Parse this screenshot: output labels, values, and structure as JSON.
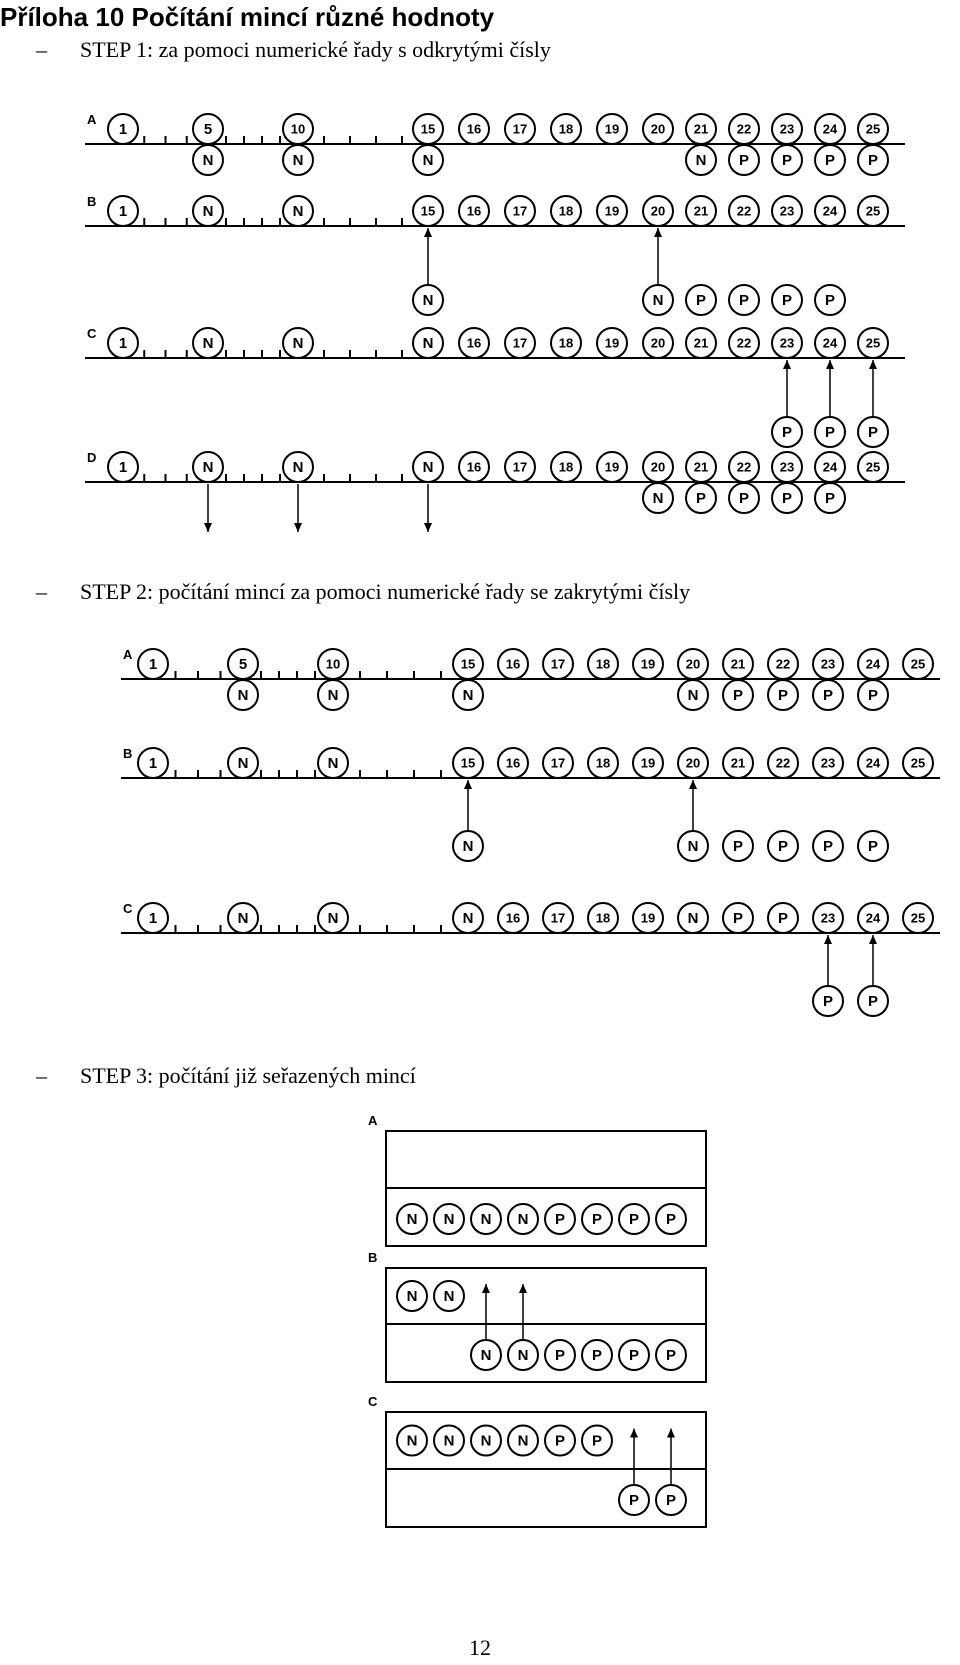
{
  "document": {
    "title": "Příloha 10 Počítání mincí různé hodnoty",
    "page_number": "12"
  },
  "steps": [
    {
      "dash": "–",
      "text": "STEP 1: za pomoci  numerické řady s odkrytými čísly"
    },
    {
      "dash": "–",
      "text": "STEP 2: počítání mincí za pomoci numerické řady se zakrytými čísly"
    },
    {
      "dash": "–",
      "text": "STEP 3: počítání již seřazených mincí"
    }
  ],
  "coin_labels": {
    "nickel": "N",
    "penny": "P"
  },
  "figure1": {
    "rows": [
      {
        "letter": "A",
        "top": [
          "1",
          "",
          "",
          "",
          "5",
          "",
          "",
          "",
          "",
          "10",
          "",
          "",
          "",
          "",
          "15",
          "16",
          "17",
          "18",
          "19",
          "20",
          "21",
          "22",
          "23",
          "24",
          "25"
        ],
        "bottom": [
          "",
          "",
          "",
          "",
          "N",
          "",
          "",
          "",
          "",
          "N",
          "",
          "",
          "",
          "",
          "N",
          "",
          "",
          "",
          "",
          "",
          "N",
          "P",
          "P",
          "P",
          "P"
        ],
        "arrows": []
      },
      {
        "letter": "B",
        "top": [
          "1",
          "",
          "",
          "",
          "N",
          "",
          "",
          "",
          "",
          "N",
          "",
          "",
          "",
          "",
          "15",
          "16",
          "17",
          "18",
          "19",
          "20",
          "21",
          "22",
          "23",
          "24",
          "25"
        ],
        "bottom": [
          "",
          "",
          "",
          "",
          "",
          "",
          "",
          "",
          "",
          "",
          "",
          "",
          "",
          "",
          "N",
          "",
          "",
          "",
          "",
          "N",
          "P",
          "P",
          "P",
          "P",
          ""
        ],
        "arrows": [
          "up:15",
          "up:20"
        ]
      },
      {
        "letter": "C",
        "top": [
          "1",
          "",
          "",
          "",
          "N",
          "",
          "",
          "",
          "",
          "N",
          "",
          "",
          "",
          "",
          "N",
          "16",
          "17",
          "18",
          "19",
          "20",
          "21",
          "22",
          "23",
          "24",
          "25"
        ],
        "bottom": [
          "",
          "",
          "",
          "",
          "",
          "",
          "",
          "",
          "",
          "",
          "",
          "",
          "",
          "",
          "",
          "",
          "",
          "",
          "",
          "",
          "",
          "",
          "P",
          "P",
          "P"
        ],
        "arrows": [
          "up:23",
          "up:24",
          "up:25"
        ]
      },
      {
        "letter": "D",
        "top": [
          "1",
          "",
          "",
          "",
          "N",
          "",
          "",
          "",
          "",
          "N",
          "",
          "",
          "",
          "",
          "N",
          "16",
          "17",
          "18",
          "19",
          "20",
          "21",
          "22",
          "23",
          "24",
          "25"
        ],
        "bottom": [
          "",
          "",
          "",
          "",
          "",
          "",
          "",
          "",
          "",
          "",
          "",
          "",
          "",
          "",
          "",
          "",
          "",
          "",
          "",
          "N",
          "P",
          "P",
          "P",
          "P",
          ""
        ],
        "arrows": [
          "down:5",
          "down:10",
          "down:15"
        ]
      }
    ]
  },
  "figure2": {
    "rows": [
      {
        "letter": "A",
        "top": [
          "1",
          "",
          "",
          "",
          "5",
          "",
          "",
          "",
          "",
          "10",
          "",
          "",
          "",
          "",
          "15",
          "16",
          "17",
          "18",
          "19",
          "20",
          "21",
          "22",
          "23",
          "24",
          "25"
        ],
        "bottom": [
          "",
          "",
          "",
          "",
          "N",
          "",
          "",
          "",
          "",
          "N",
          "",
          "",
          "",
          "",
          "N",
          "",
          "",
          "",
          "",
          "N",
          "P",
          "P",
          "P",
          "P",
          ""
        ],
        "arrows": []
      },
      {
        "letter": "B",
        "top": [
          "1",
          "",
          "",
          "",
          "N",
          "",
          "",
          "",
          "",
          "N",
          "",
          "",
          "",
          "",
          "15",
          "16",
          "17",
          "18",
          "19",
          "20",
          "21",
          "22",
          "23",
          "24",
          "25"
        ],
        "bottom": [
          "",
          "",
          "",
          "",
          "",
          "",
          "",
          "",
          "",
          "",
          "",
          "",
          "",
          "",
          "N",
          "",
          "",
          "",
          "",
          "N",
          "P",
          "P",
          "P",
          "P",
          ""
        ],
        "arrows": [
          "up:15",
          "up:20"
        ]
      },
      {
        "letter": "C",
        "top": [
          "1",
          "",
          "",
          "",
          "N",
          "",
          "",
          "",
          "",
          "N",
          "",
          "",
          "",
          "",
          "N",
          "16",
          "17",
          "18",
          "19",
          "N",
          "P",
          "P",
          "23",
          "24",
          "25"
        ],
        "bottom": [
          "",
          "",
          "",
          "",
          "",
          "",
          "",
          "",
          "",
          "",
          "",
          "",
          "",
          "",
          "",
          "",
          "",
          "",
          "",
          "",
          "",
          "",
          "P",
          "P",
          ""
        ],
        "arrows": [
          "up:23",
          "up:24"
        ]
      }
    ]
  },
  "figure3": {
    "boxes": [
      {
        "letter": "A",
        "upper": [],
        "lower": [
          "N",
          "N",
          "N",
          "N",
          "P",
          "P",
          "P",
          "P"
        ],
        "arrows": []
      },
      {
        "letter": "B",
        "upper": [
          "N",
          "N"
        ],
        "lower": [
          "",
          "",
          "N",
          "N",
          "P",
          "P",
          "P",
          "P"
        ],
        "arrows": [
          2,
          3
        ]
      },
      {
        "letter": "C",
        "upper": [
          "N",
          "N",
          "N",
          "N",
          "P",
          "P"
        ],
        "lower": [
          "",
          "",
          "",
          "",
          "",
          "",
          "P",
          "P"
        ],
        "arrows": [
          6,
          7
        ]
      }
    ]
  }
}
